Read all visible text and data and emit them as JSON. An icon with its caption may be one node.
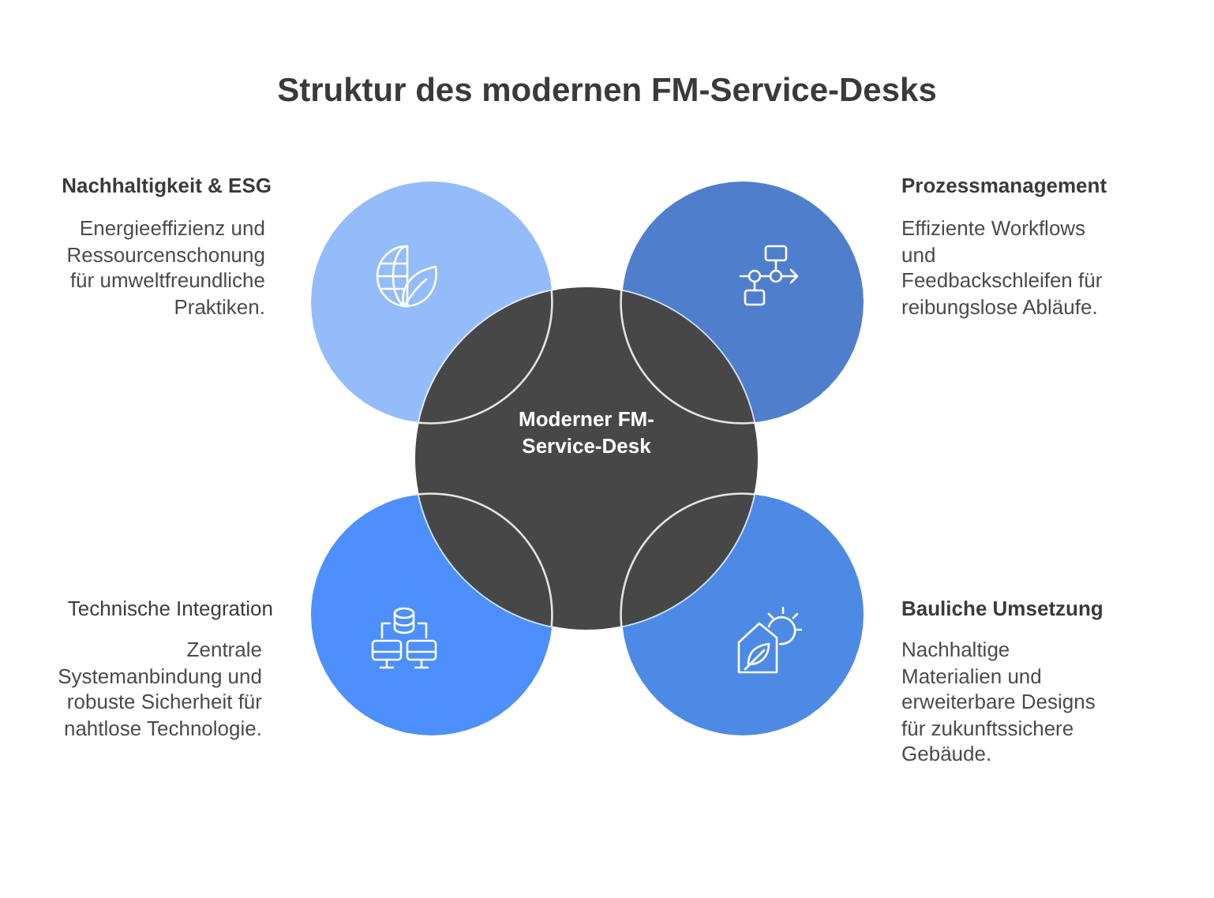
{
  "diagram": {
    "title": "Struktur des modernen FM-Service-Desks",
    "nodes": [
      {
        "text": [],
        "shape": "circle",
        "beside": [
          "Nachhaltigkeit & ESG",
          "Energieeffizienz und Ressourcenschonung für umweltfreundliche Praktiken."
        ]
      },
      {
        "text": [],
        "shape": "circle",
        "beside": [
          "Prozessmanagement",
          "Effiziente Workflows und Feedbackschleifen für reibungslose Abläufe."
        ]
      },
      {
        "text": [
          "Moderner FM-Service-Desk"
        ]
      },
      {
        "text": [],
        "shape": "circle",
        "beside": [
          "Technische Integration",
          "Zentrale Systemanbindung und robuste Sicherheit für nahtlose Technologie."
        ]
      },
      {
        "text": [],
        "shape": "circle",
        "beside": [
          "Bauliche Umsetzung",
          "Nachhaltige Materialien und erweiterbare Designs für zukunftssichere Gebäude."
        ]
      }
    ]
  }
}
